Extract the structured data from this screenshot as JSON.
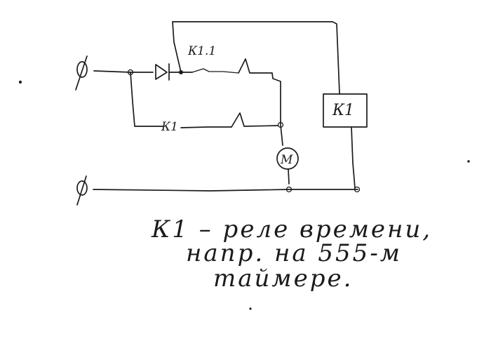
{
  "labels": {
    "phase_top": "ф",
    "phase_bottom": "ф",
    "contact_k11": "К1.1",
    "contact_k1": "К1",
    "relay_coil": "К1",
    "motor": "М"
  },
  "note": {
    "line1": "К1 – реле времени,",
    "line2": "напр. на 555-м",
    "line3": "таймере."
  }
}
